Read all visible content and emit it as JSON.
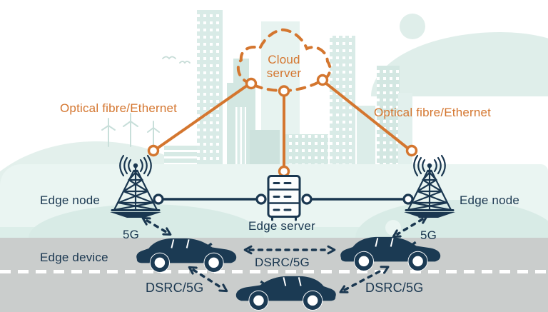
{
  "diagram": {
    "labels": {
      "cloud_server": "Cloud server",
      "optical_fibre_left": "Optical fibre/Ethernet",
      "optical_fibre_right": "Optical fibre/Ethernet",
      "edge_node_left": "Edge node",
      "edge_node_right": "Edge node",
      "edge_server": "Edge server",
      "edge_device": "Edge device",
      "link_5g_left": "5G",
      "link_5g_right": "5G",
      "link_dsrc_top": "DSRC/5G",
      "link_dsrc_bottom_left": "DSRC/5G",
      "link_dsrc_bottom_right": "DSRC/5G"
    },
    "nodes": [
      "Cloud server",
      "Edge node",
      "Edge server",
      "Edge device"
    ],
    "links": [
      {
        "from": "Cloud server",
        "to": "Edge node (left)",
        "label": "Optical fibre/Ethernet",
        "style": "solid-orange"
      },
      {
        "from": "Cloud server",
        "to": "Edge server",
        "label": "Optical fibre/Ethernet",
        "style": "solid-orange"
      },
      {
        "from": "Cloud server",
        "to": "Edge node (right)",
        "label": "Optical fibre/Ethernet",
        "style": "solid-orange"
      },
      {
        "from": "Edge node (left)",
        "to": "Edge server",
        "label": "",
        "style": "solid-navy"
      },
      {
        "from": "Edge node (right)",
        "to": "Edge server",
        "label": "",
        "style": "solid-navy"
      },
      {
        "from": "Edge node (left)",
        "to": "car-left",
        "label": "5G",
        "style": "dashed-arrow"
      },
      {
        "from": "Edge node (right)",
        "to": "car-right",
        "label": "5G",
        "style": "dashed-arrow"
      },
      {
        "from": "car-left",
        "to": "car-right",
        "label": "DSRC/5G",
        "style": "dashed-arrow"
      },
      {
        "from": "car-left",
        "to": "car-bottom",
        "label": "DSRC/5G",
        "style": "dashed-arrow"
      },
      {
        "from": "car-bottom",
        "to": "car-right",
        "label": "DSRC/5G",
        "style": "dashed-arrow"
      }
    ],
    "colors": {
      "orange": "#D4762F",
      "navy": "#1A3750",
      "building_teal": "#D9EBE7",
      "ground_teal": "#EAF5F2",
      "mound_teal": "#D8EBE6",
      "road_gray": "#CACDCC",
      "road_line_white": "#FFFFFF"
    },
    "icons": [
      "cloud-icon",
      "antenna-tower-icon",
      "server-rack-icon",
      "car-icon",
      "sun-icon",
      "wind-turbine-icon",
      "birds-icon"
    ]
  }
}
